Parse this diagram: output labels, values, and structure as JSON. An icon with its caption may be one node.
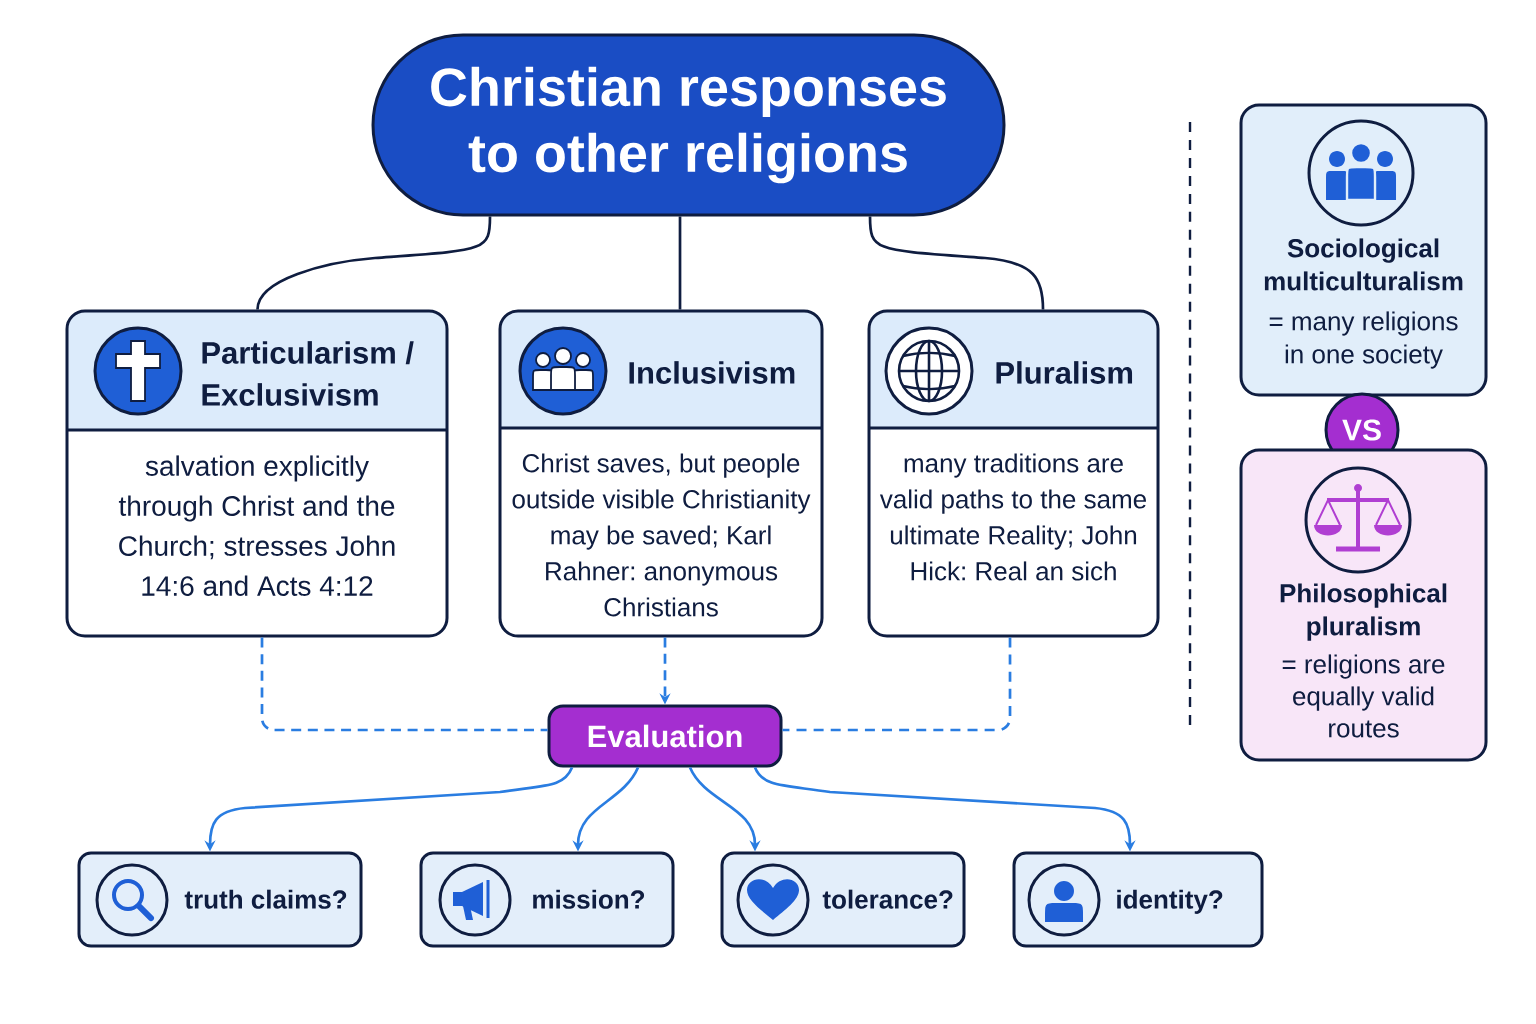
{
  "diagram": {
    "nodes": [
      {
        "text": [
          "Christian responses to other religions"
        ]
      },
      {
        "text": [
          "Particularism / Exclusivism",
          "salvation explicitly through Christ and the Church; stresses John 14:6 and Acts 4:12"
        ]
      },
      {
        "text": [
          "Inclusivism",
          "Christ saves, but people outside visible Christianity may be saved; Karl Rahner: anonymous Christians"
        ]
      },
      {
        "text": [
          "Pluralism",
          "many traditions are valid paths to the same ultimate Reality; John Hick: Real an sich"
        ]
      },
      {
        "text": [
          "Evaluation"
        ]
      },
      {
        "text": [
          "truth claims?"
        ]
      },
      {
        "text": [
          "mission?"
        ]
      },
      {
        "text": [
          "tolerance?"
        ]
      },
      {
        "text": [
          "identity?"
        ]
      },
      {
        "text": [
          "Sociological multiculturalism",
          "= many religions in one society"
        ]
      },
      {
        "text": [
          "VS"
        ]
      },
      {
        "text": [
          "Philosophical pluralism",
          "= religions are equally valid routes"
        ]
      }
    ],
    "edges": [
      {
        "from": 0,
        "to": 1,
        "arrow": "none",
        "color": "#0f1d40"
      },
      {
        "from": 0,
        "to": 2,
        "arrow": "none",
        "color": "#0f1d40"
      },
      {
        "from": 0,
        "to": 3,
        "arrow": "none",
        "color": "#0f1d40"
      },
      {
        "from": 1,
        "to": 4,
        "arrow": "none",
        "style": "dashed"
      },
      {
        "from": 2,
        "to": 4,
        "arrow": "to",
        "style": "dashed"
      },
      {
        "from": 3,
        "to": 4,
        "arrow": "none",
        "style": "dashed"
      },
      {
        "from": 4,
        "to": 5,
        "arrow": "to"
      },
      {
        "from": 4,
        "to": 6,
        "arrow": "to"
      },
      {
        "from": 4,
        "to": 7,
        "arrow": "to"
      },
      {
        "from": 4,
        "to": 8,
        "arrow": "to"
      }
    ]
  }
}
